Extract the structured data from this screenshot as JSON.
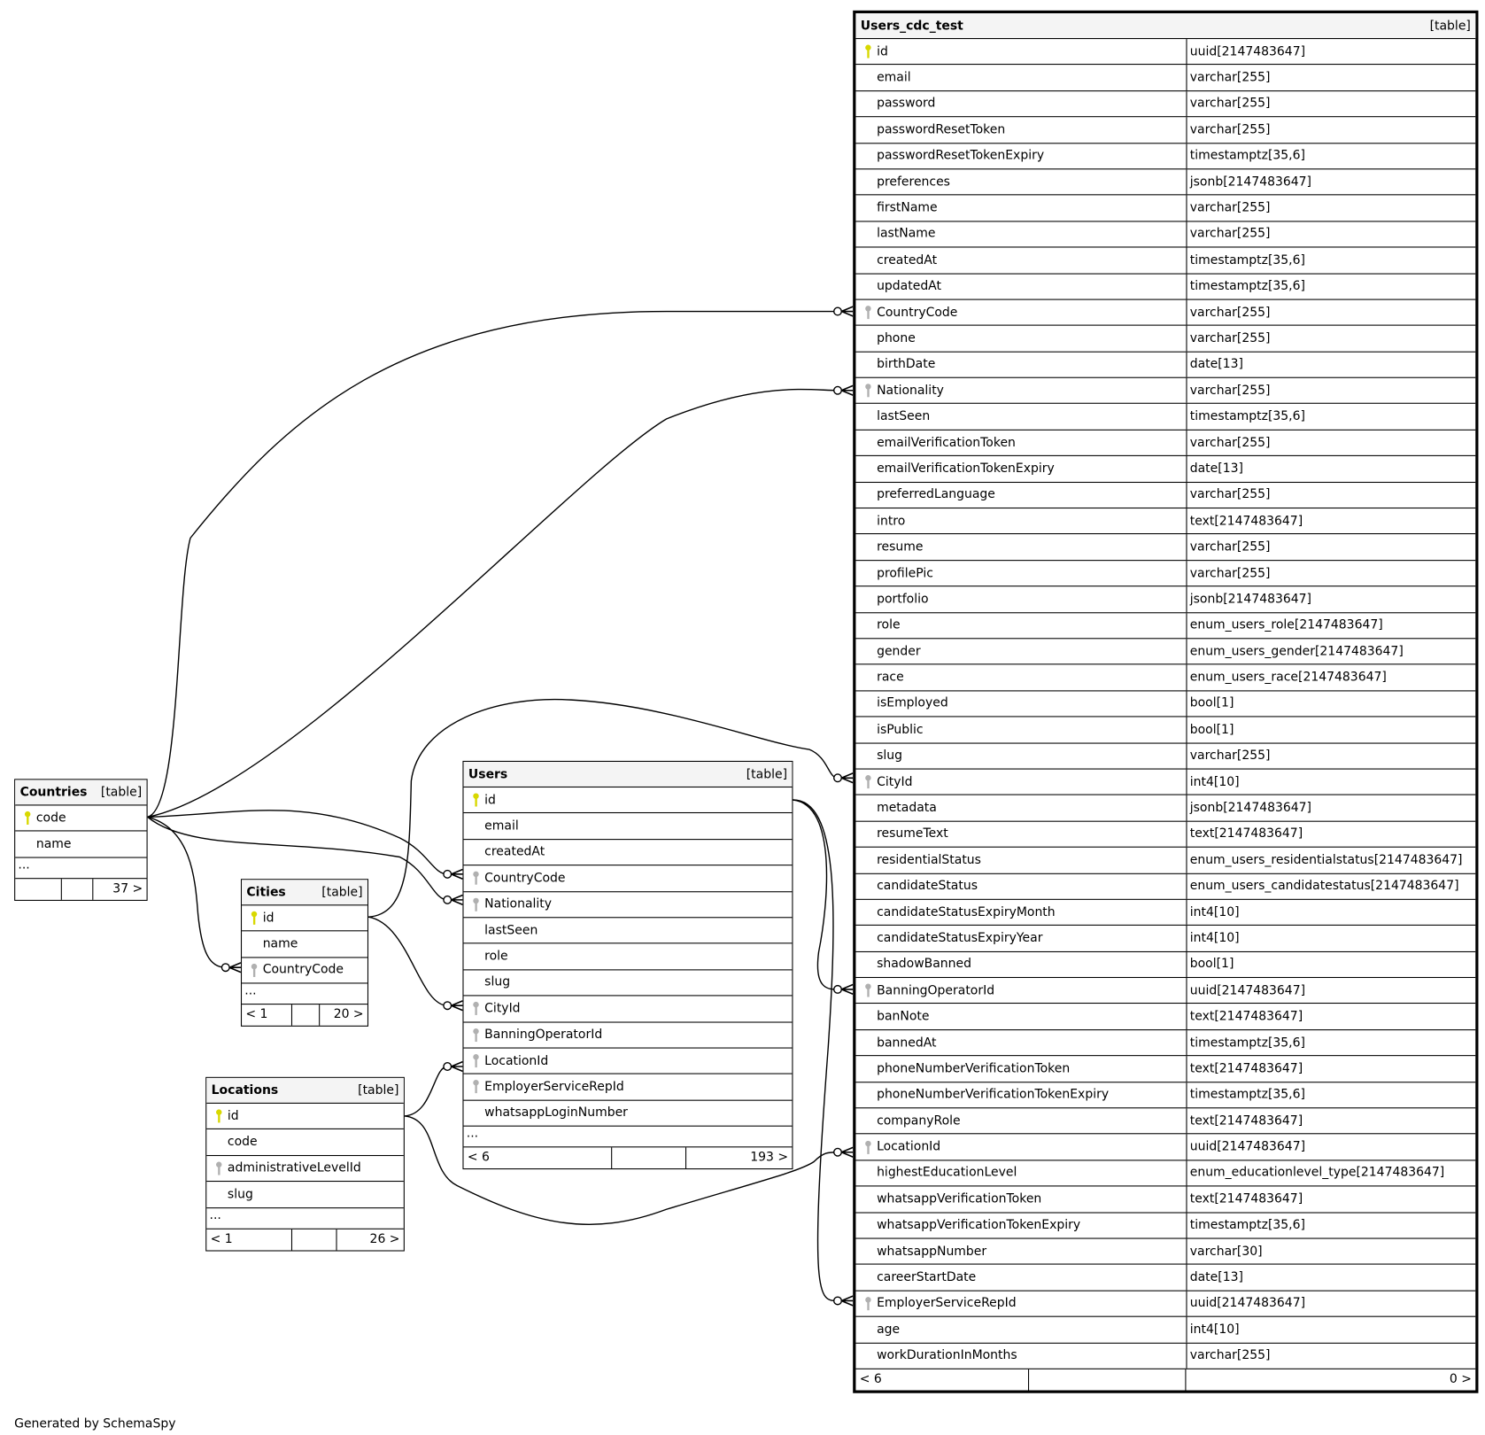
{
  "colors": {
    "pk_key": "#d8d800",
    "fk_key": "#b0b0b0",
    "header_bg": "#f4f4f4"
  },
  "footer_note": "Generated by SchemaSpy",
  "tables": {
    "users_cdc_test": {
      "name": "Users_cdc_test",
      "type_label": "[table]",
      "ellipsis": "",
      "footer": [
        "< 6",
        "",
        "0 >"
      ],
      "columns": [
        {
          "name": "id",
          "type": "uuid[2147483647]",
          "key": "pk"
        },
        {
          "name": "email",
          "type": "varchar[255]",
          "key": ""
        },
        {
          "name": "password",
          "type": "varchar[255]",
          "key": ""
        },
        {
          "name": "passwordResetToken",
          "type": "varchar[255]",
          "key": ""
        },
        {
          "name": "passwordResetTokenExpiry",
          "type": "timestamptz[35,6]",
          "key": ""
        },
        {
          "name": "preferences",
          "type": "jsonb[2147483647]",
          "key": ""
        },
        {
          "name": "firstName",
          "type": "varchar[255]",
          "key": ""
        },
        {
          "name": "lastName",
          "type": "varchar[255]",
          "key": ""
        },
        {
          "name": "createdAt",
          "type": "timestamptz[35,6]",
          "key": ""
        },
        {
          "name": "updatedAt",
          "type": "timestamptz[35,6]",
          "key": ""
        },
        {
          "name": "CountryCode",
          "type": "varchar[255]",
          "key": "fk"
        },
        {
          "name": "phone",
          "type": "varchar[255]",
          "key": ""
        },
        {
          "name": "birthDate",
          "type": "date[13]",
          "key": ""
        },
        {
          "name": "Nationality",
          "type": "varchar[255]",
          "key": "fk"
        },
        {
          "name": "lastSeen",
          "type": "timestamptz[35,6]",
          "key": ""
        },
        {
          "name": "emailVerificationToken",
          "type": "varchar[255]",
          "key": ""
        },
        {
          "name": "emailVerificationTokenExpiry",
          "type": "date[13]",
          "key": ""
        },
        {
          "name": "preferredLanguage",
          "type": "varchar[255]",
          "key": ""
        },
        {
          "name": "intro",
          "type": "text[2147483647]",
          "key": ""
        },
        {
          "name": "resume",
          "type": "varchar[255]",
          "key": ""
        },
        {
          "name": "profilePic",
          "type": "varchar[255]",
          "key": ""
        },
        {
          "name": "portfolio",
          "type": "jsonb[2147483647]",
          "key": ""
        },
        {
          "name": "role",
          "type": "enum_users_role[2147483647]",
          "key": ""
        },
        {
          "name": "gender",
          "type": "enum_users_gender[2147483647]",
          "key": ""
        },
        {
          "name": "race",
          "type": "enum_users_race[2147483647]",
          "key": ""
        },
        {
          "name": "isEmployed",
          "type": "bool[1]",
          "key": ""
        },
        {
          "name": "isPublic",
          "type": "bool[1]",
          "key": ""
        },
        {
          "name": "slug",
          "type": "varchar[255]",
          "key": ""
        },
        {
          "name": "CityId",
          "type": "int4[10]",
          "key": "fk"
        },
        {
          "name": "metadata",
          "type": "jsonb[2147483647]",
          "key": ""
        },
        {
          "name": "resumeText",
          "type": "text[2147483647]",
          "key": ""
        },
        {
          "name": "residentialStatus",
          "type": "enum_users_residentialstatus[2147483647]",
          "key": ""
        },
        {
          "name": "candidateStatus",
          "type": "enum_users_candidatestatus[2147483647]",
          "key": ""
        },
        {
          "name": "candidateStatusExpiryMonth",
          "type": "int4[10]",
          "key": ""
        },
        {
          "name": "candidateStatusExpiryYear",
          "type": "int4[10]",
          "key": ""
        },
        {
          "name": "shadowBanned",
          "type": "bool[1]",
          "key": ""
        },
        {
          "name": "BanningOperatorId",
          "type": "uuid[2147483647]",
          "key": "fk"
        },
        {
          "name": "banNote",
          "type": "text[2147483647]",
          "key": ""
        },
        {
          "name": "bannedAt",
          "type": "timestamptz[35,6]",
          "key": ""
        },
        {
          "name": "phoneNumberVerificationToken",
          "type": "text[2147483647]",
          "key": ""
        },
        {
          "name": "phoneNumberVerificationTokenExpiry",
          "type": "timestamptz[35,6]",
          "key": ""
        },
        {
          "name": "companyRole",
          "type": "text[2147483647]",
          "key": ""
        },
        {
          "name": "LocationId",
          "type": "uuid[2147483647]",
          "key": "fk"
        },
        {
          "name": "highestEducationLevel",
          "type": "enum_educationlevel_type[2147483647]",
          "key": ""
        },
        {
          "name": "whatsappVerificationToken",
          "type": "text[2147483647]",
          "key": ""
        },
        {
          "name": "whatsappVerificationTokenExpiry",
          "type": "timestamptz[35,6]",
          "key": ""
        },
        {
          "name": "whatsappNumber",
          "type": "varchar[30]",
          "key": ""
        },
        {
          "name": "careerStartDate",
          "type": "date[13]",
          "key": ""
        },
        {
          "name": "EmployerServiceRepId",
          "type": "uuid[2147483647]",
          "key": "fk"
        },
        {
          "name": "age",
          "type": "int4[10]",
          "key": ""
        },
        {
          "name": "workDurationInMonths",
          "type": "varchar[255]",
          "key": ""
        }
      ]
    },
    "users": {
      "name": "Users",
      "type_label": "[table]",
      "ellipsis": "...",
      "footer": [
        "< 6",
        "",
        "193 >"
      ],
      "columns": [
        {
          "name": "id",
          "key": "pk"
        },
        {
          "name": "email",
          "key": ""
        },
        {
          "name": "createdAt",
          "key": ""
        },
        {
          "name": "CountryCode",
          "key": "fk"
        },
        {
          "name": "Nationality",
          "key": "fk"
        },
        {
          "name": "lastSeen",
          "key": ""
        },
        {
          "name": "role",
          "key": ""
        },
        {
          "name": "slug",
          "key": ""
        },
        {
          "name": "CityId",
          "key": "fk"
        },
        {
          "name": "BanningOperatorId",
          "key": "fk"
        },
        {
          "name": "LocationId",
          "key": "fk"
        },
        {
          "name": "EmployerServiceRepId",
          "key": "fk"
        },
        {
          "name": "whatsappLoginNumber",
          "key": ""
        }
      ]
    },
    "countries": {
      "name": "Countries",
      "type_label": "[table]",
      "ellipsis": "...",
      "footer": [
        "",
        "",
        "37 >"
      ],
      "columns": [
        {
          "name": "code",
          "key": "pk"
        },
        {
          "name": "name",
          "key": ""
        }
      ]
    },
    "cities": {
      "name": "Cities",
      "type_label": "[table]",
      "ellipsis": "...",
      "footer": [
        "< 1",
        "",
        "20 >"
      ],
      "columns": [
        {
          "name": "id",
          "key": "pk"
        },
        {
          "name": "name",
          "key": ""
        },
        {
          "name": "CountryCode",
          "key": "fk"
        }
      ]
    },
    "locations": {
      "name": "Locations",
      "type_label": "[table]",
      "ellipsis": "...",
      "footer": [
        "< 1",
        "",
        "26 >"
      ],
      "columns": [
        {
          "name": "id",
          "key": "pk"
        },
        {
          "name": "code",
          "key": ""
        },
        {
          "name": "administrativeLevelId",
          "key": "fk"
        },
        {
          "name": "slug",
          "key": ""
        }
      ]
    }
  }
}
